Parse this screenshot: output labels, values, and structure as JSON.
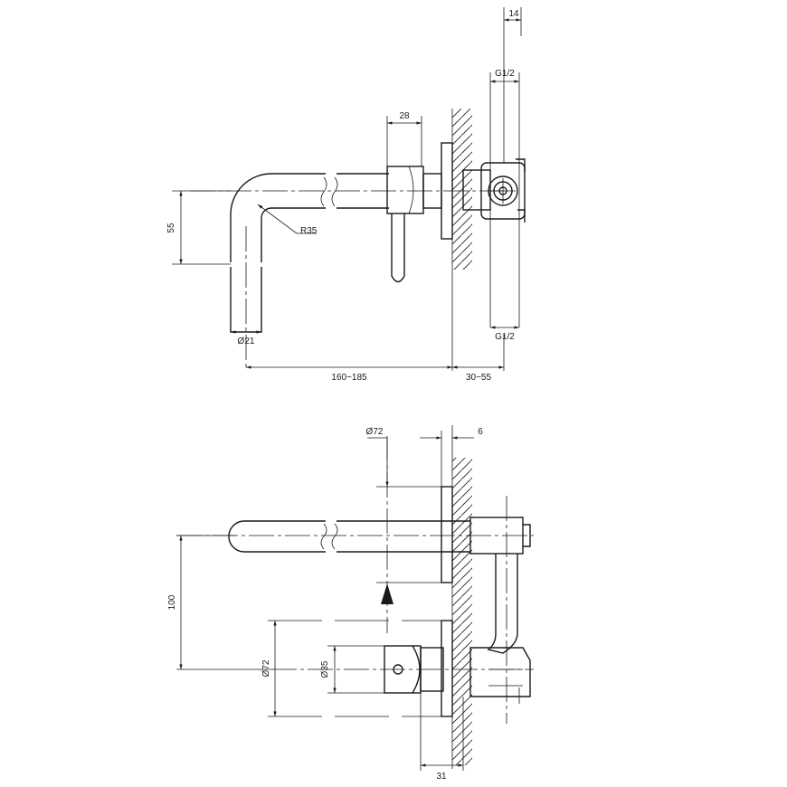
{
  "top_view": {
    "dims": {
      "wall_offset": "14",
      "thread_top": "G1/2",
      "thread_bottom": "G1/2",
      "lever_width": "28",
      "height_55": "55",
      "bend_radius": "R35",
      "spout_diameter": "Ø21",
      "spout_length": "160~185",
      "wall_depth": "30~55"
    }
  },
  "bottom_view": {
    "dims": {
      "plate_diameter": "Ø72",
      "plate_thickness": "6",
      "spacing_100": "100",
      "plate_diameter_2": "Ø72",
      "handle_diameter": "Ø35",
      "handle_depth": "31"
    }
  }
}
